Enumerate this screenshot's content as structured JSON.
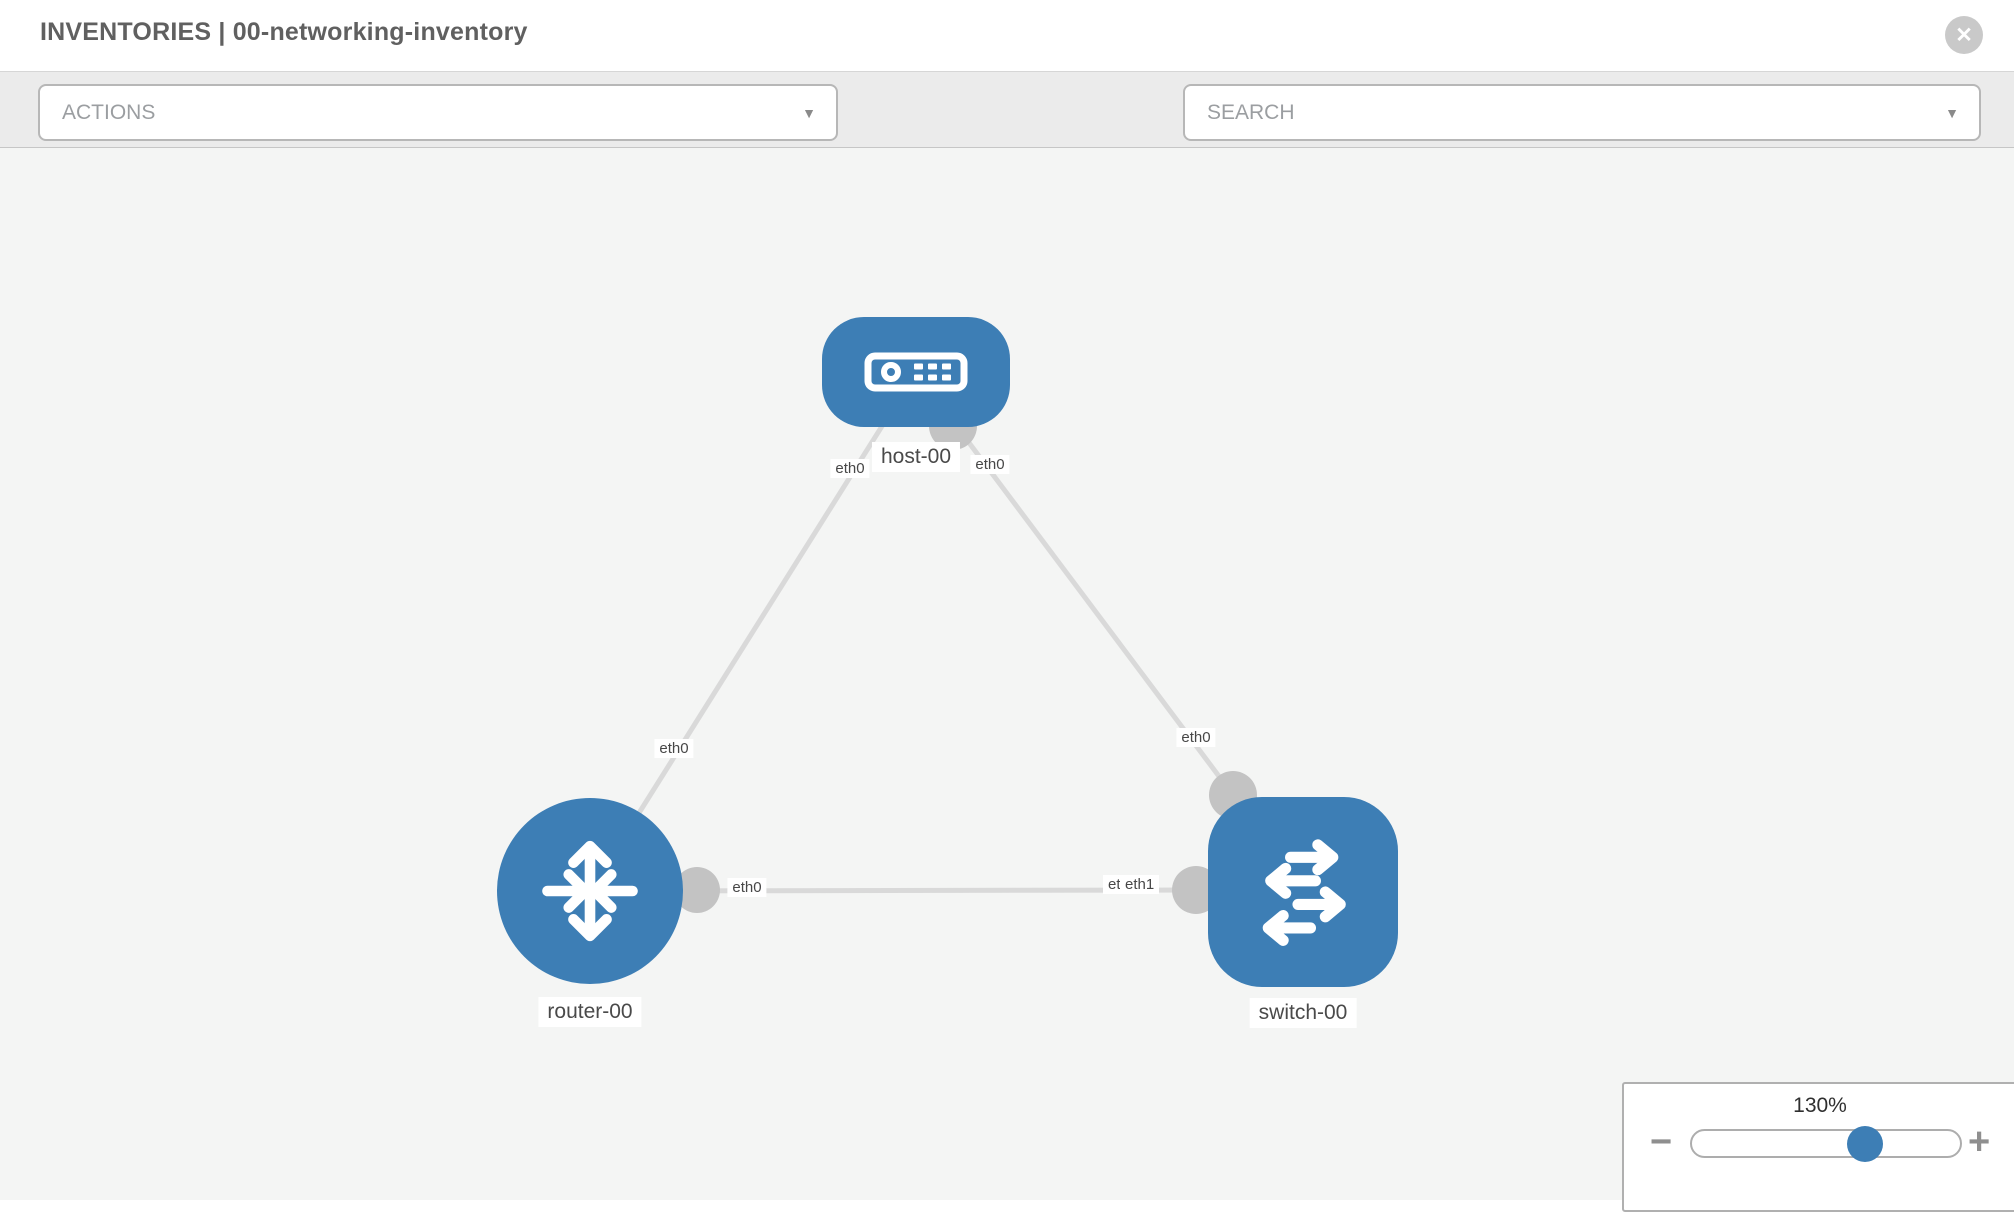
{
  "header": {
    "title": "INVENTORIES | 00-networking-inventory"
  },
  "toolbar": {
    "actions_label": "ACTIONS",
    "search_label": "SEARCH"
  },
  "icons": {
    "close": "✕",
    "caret_down": "▼",
    "minus": "−",
    "plus": "+"
  },
  "topology": {
    "nodes": [
      {
        "label": "host-00",
        "type": "host"
      },
      {
        "label": "router-00",
        "type": "router"
      },
      {
        "label": "switch-00",
        "type": "switch"
      }
    ],
    "links": [
      {
        "from": "host-00",
        "to": "router-00",
        "from_iface": "eth0",
        "to_iface": "eth0"
      },
      {
        "from": "host-00",
        "to": "switch-00",
        "from_iface": "eth0",
        "to_iface": "eth0"
      },
      {
        "from": "router-00",
        "to": "switch-00",
        "from_iface": "eth0",
        "to_iface": "eth1"
      }
    ],
    "iface_labels": {
      "host_to_router": "eth0",
      "router_to_host": "eth0",
      "host_to_switch": "eth0",
      "switch_to_host": "eth0",
      "router_to_switch": "eth0",
      "switch_under": "eth0",
      "switch_to_router": "eth1"
    }
  },
  "zoom_control": {
    "value": "130%"
  },
  "colors": {
    "node_blue": "#3d7eb5",
    "edge_gray": "#d9d9d9",
    "connector_gray": "#c3c3c3",
    "canvas_bg": "#f4f5f4",
    "toolbar_bg": "#ebebeb",
    "label_text": "#4a4a4a",
    "title_text": "#606060"
  }
}
